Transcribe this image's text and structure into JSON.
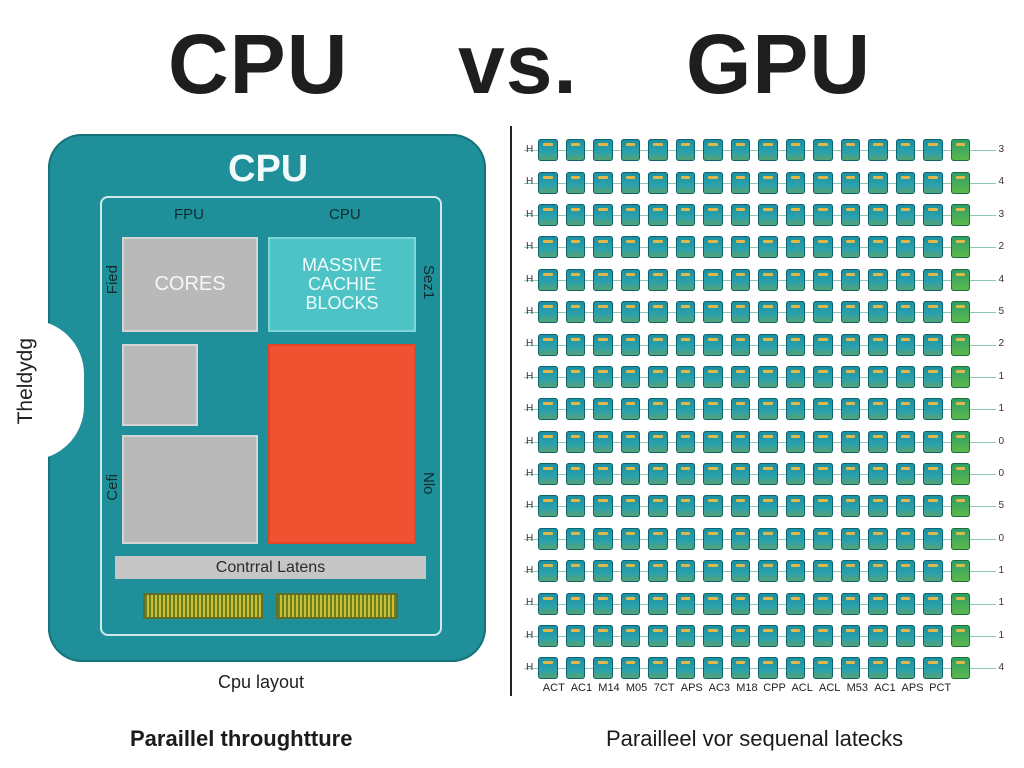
{
  "headline": {
    "left": "CPU",
    "vs": "vs.",
    "right": "GPU"
  },
  "cpu": {
    "title": "CPU",
    "label_fpu": "FPU",
    "label_cpu": "CPU",
    "block_cores": "CORES",
    "block_cache": "MASSIVE\nCACHIE\nBLOCKS",
    "side_left_top": "Fied",
    "side_left_bottom": "Cefi",
    "side_right_top": "Sez1",
    "side_right_bottom": "Nlo",
    "control_bar": "Contrral Latens",
    "caption": "Cpu layout",
    "vertical_label": "Theldydg",
    "colors": {
      "package": "#1f8f99",
      "cache": "#4ec3c6",
      "red_block": "#f05231",
      "grey_block": "#b9b9b9"
    }
  },
  "gpu": {
    "rows": 17,
    "cols": 16,
    "left_row_labels": [
      "H",
      "H",
      "H",
      "H",
      "H",
      "H",
      "H",
      "H",
      "H",
      "H",
      "H",
      "H",
      "H",
      "H",
      "H",
      "H",
      "H"
    ],
    "right_row_labels": [
      "3",
      "4",
      "3",
      "2",
      "4",
      "5",
      "2",
      "1",
      "1",
      "0",
      "0",
      "5",
      "0",
      "1",
      "1",
      "1",
      "4"
    ],
    "column_labels": [
      "ACT",
      "AC1",
      "M14",
      "M05",
      "7CT",
      "APS",
      "AC3",
      "M18",
      "CPP",
      "ACL",
      "ACL",
      "M53",
      "AC1",
      "APS",
      "PCT"
    ]
  },
  "bottom": {
    "left": "Paraillel throughtture",
    "right": "Parailleel vor sequenal latecks"
  }
}
